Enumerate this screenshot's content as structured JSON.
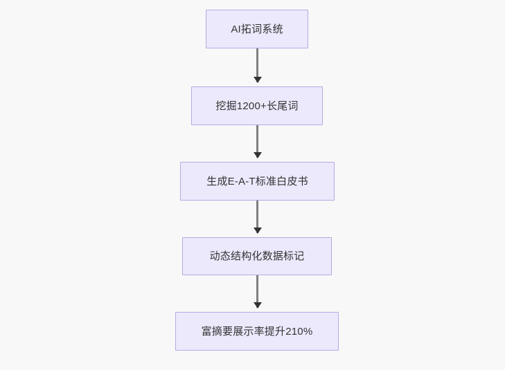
{
  "diagram": {
    "type": "flowchart",
    "orientation": "top-to-bottom",
    "background_color": "#f8f8f8",
    "node_fill_color": "#ece9fc",
    "node_border_color": "#b9a7e3",
    "node_text_color": "#333333",
    "connector_line_color": "#7f7f7f",
    "connector_arrow_color": "#333333",
    "nodes": [
      {
        "id": "node-1",
        "label": "AI拓词系统"
      },
      {
        "id": "node-2",
        "label": "挖掘1200+长尾词"
      },
      {
        "id": "node-3",
        "label": "生成E-A-T标准白皮书"
      },
      {
        "id": "node-4",
        "label": "动态结构化数据标记"
      },
      {
        "id": "node-5",
        "label": "富摘要展示率提升210%"
      }
    ],
    "connectors": [
      {
        "id": "connector-1",
        "from": "node-1",
        "to": "node-2"
      },
      {
        "id": "connector-2",
        "from": "node-2",
        "to": "node-3"
      },
      {
        "id": "connector-3",
        "from": "node-3",
        "to": "node-4"
      },
      {
        "id": "connector-4",
        "from": "node-4",
        "to": "node-5"
      }
    ]
  }
}
